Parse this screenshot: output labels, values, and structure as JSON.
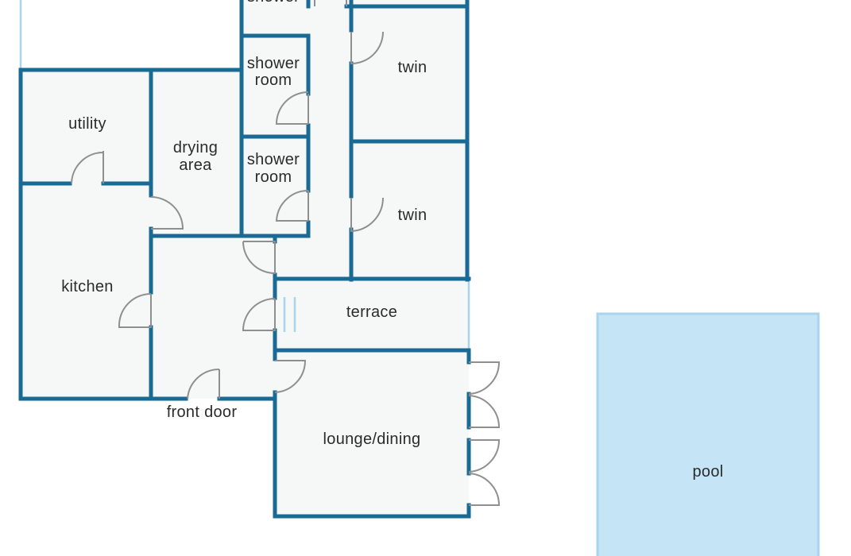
{
  "floor_plan": {
    "colors": {
      "wall": "#1a6a96",
      "floor": "#f6f7f7",
      "pool_fill": "#c5e4f6",
      "pool_edge": "#a9d4ee",
      "door": "#8f8f8f",
      "label": "#2b2b2b"
    },
    "labels": {
      "shower_top": "shower",
      "shower_room_1": [
        "shower",
        "room"
      ],
      "shower_room_2": [
        "shower",
        "room"
      ],
      "twin_1": "twin",
      "twin_2": "twin",
      "utility": "utility",
      "drying_area": [
        "drying",
        "area"
      ],
      "kitchen": "kitchen",
      "terrace": "terrace",
      "front_door": "front door",
      "lounge_dining": "lounge/dining",
      "pool": "pool"
    }
  }
}
